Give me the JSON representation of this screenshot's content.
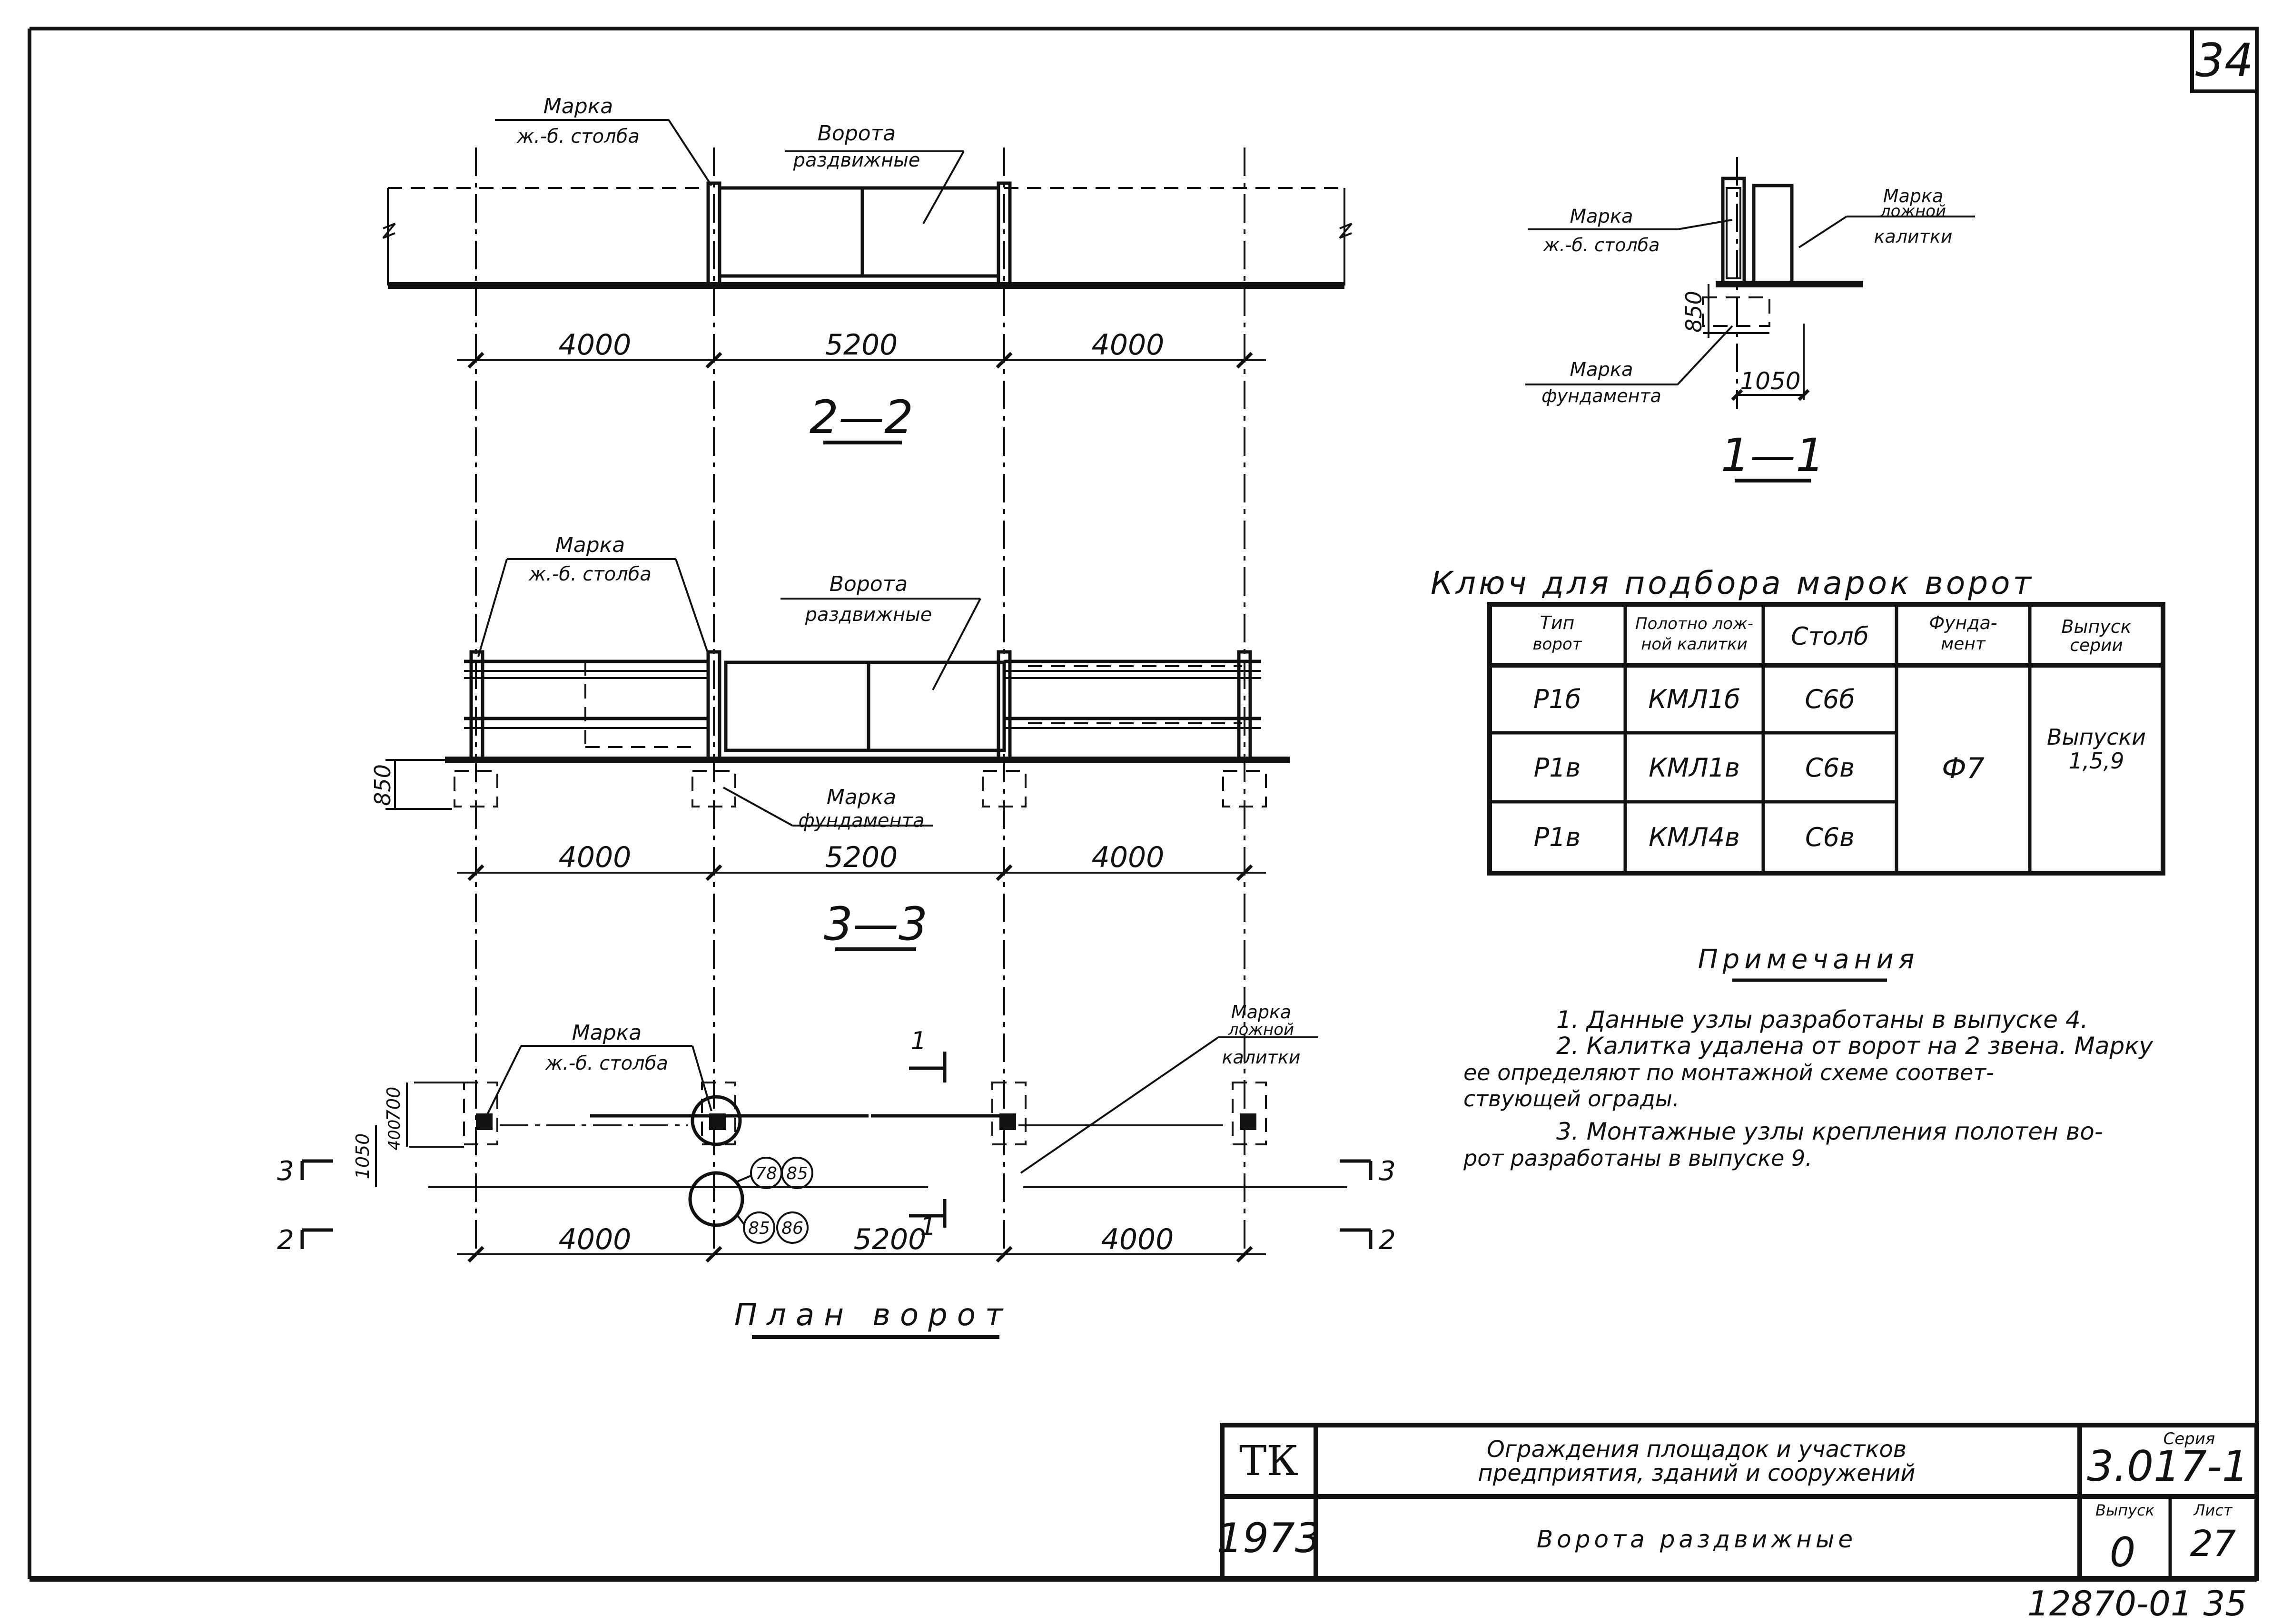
{
  "sheet_number": "34",
  "footer_stamp": "12870-01 35",
  "section_2_2": {
    "title": "2—2",
    "label_post": [
      "Марка",
      "ж.-б. столба"
    ],
    "label_gate": [
      "Ворота",
      "раздвижные"
    ],
    "dims": [
      "4000",
      "5200",
      "4000"
    ]
  },
  "section_1_1": {
    "title": "1—1",
    "label_post": [
      "Марка",
      "ж.-б. столба"
    ],
    "label_wicket": [
      "Марка",
      "ложной",
      "калитки"
    ],
    "label_foundation": [
      "Марка",
      "фундамента"
    ],
    "dim_height": "850",
    "dim_width": "1050"
  },
  "section_3_3": {
    "title": "3—3",
    "label_post": [
      "Марка",
      "ж.-б. столба"
    ],
    "label_gate": [
      "Ворота",
      "раздвижные"
    ],
    "label_foundation": [
      "Марка",
      "фундамента"
    ],
    "dim_height": "850",
    "dims": [
      "4000",
      "5200",
      "4000"
    ]
  },
  "plan": {
    "title": "План ворот",
    "label_post": [
      "Марка",
      "ж.-б. столба"
    ],
    "label_wicket": [
      "Марка",
      "ложной",
      "калитки"
    ],
    "dim_700": "700",
    "dim_400": "400",
    "dim_1050": "1050",
    "dims": [
      "4000",
      "5200",
      "4000"
    ],
    "node_refs": [
      "78",
      "85",
      "85",
      "86"
    ],
    "cut_1": "1",
    "cut_2": "2",
    "cut_3": "3"
  },
  "key_table": {
    "title": "Ключ для подбора марок ворот",
    "headers": [
      "Тип ворот",
      "Полотно лож-ной калитки",
      "Столб",
      "Фунда-мент",
      "Выпуск серии"
    ],
    "rows": [
      [
        "Р1б",
        "КМЛ1б",
        "С6б"
      ],
      [
        "Р1в",
        "КМЛ1в",
        "С6в"
      ],
      [
        "Р1в",
        "КМЛ4в",
        "С6в"
      ]
    ],
    "foundation": "Ф7",
    "series_issue": [
      "Выпуски",
      "1,5,9"
    ]
  },
  "notes": {
    "title": "Примечания",
    "lines": [
      "1. Данные узлы разработаны в выпуске 4.",
      "2. Калитка удалена от ворот на 2 звена. Марку",
      "ее определяют по монтажной схеме соответ-",
      "ствующей ограды.",
      "3. Монтажные узлы крепления полотен во-",
      "рот разработаны в выпуске 9."
    ]
  },
  "title_block": {
    "org": "ТК",
    "year": "1973",
    "project": [
      "Ограждения площадок и участков",
      "предприятия, зданий и сооружений"
    ],
    "drawing": "Ворота раздвижные",
    "series_label": "Серия",
    "series": "3.017-1",
    "issue_label": "Выпуск",
    "issue": "0",
    "sheet_label": "Лист",
    "sheet": "27"
  }
}
